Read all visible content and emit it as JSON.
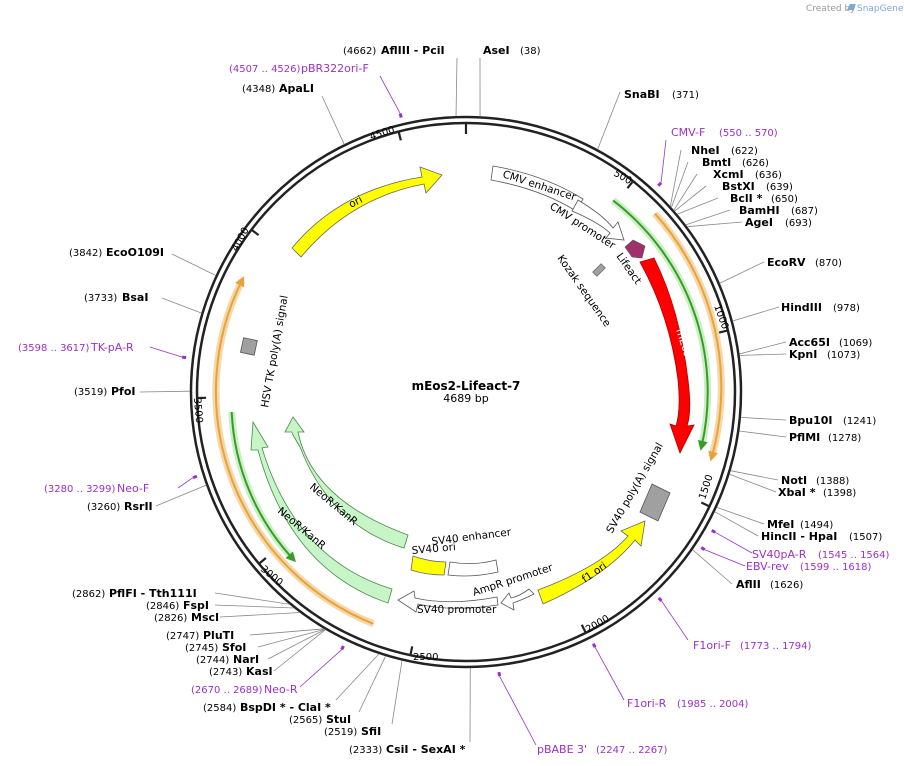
{
  "credit": {
    "prefix": "Created by",
    "brand": "SnapGene"
  },
  "map": {
    "name": "mEos2-Lifeact-7",
    "length": "4689 bp",
    "ticks": [
      "500",
      "1000",
      "1500",
      "2000",
      "2500",
      "3000",
      "3500",
      "4000",
      "4500"
    ]
  },
  "sites": [
    {
      "name": "SnaBI",
      "pos": "(371)"
    },
    {
      "name": "NheI",
      "pos": "(622)"
    },
    {
      "name": "BmtI",
      "pos": "(626)"
    },
    {
      "name": "XcmI",
      "pos": "(636)"
    },
    {
      "name": "BstXI",
      "pos": "(639)"
    },
    {
      "name": "BclI *",
      "pos": "(650)"
    },
    {
      "name": "BamHI",
      "pos": "(687)"
    },
    {
      "name": "AgeI",
      "pos": "(693)"
    },
    {
      "name": "EcoRV",
      "pos": "(870)"
    },
    {
      "name": "HindIII",
      "pos": "(978)"
    },
    {
      "name": "Acc65I",
      "pos": "(1069)"
    },
    {
      "name": "KpnI",
      "pos": "(1073)"
    },
    {
      "name": "Bpu10I",
      "pos": "(1241)"
    },
    {
      "name": "PflMI",
      "pos": "(1278)"
    },
    {
      "name": "NotI",
      "pos": "(1388)"
    },
    {
      "name": "XbaI *",
      "pos": "(1398)"
    },
    {
      "name": "MfeI",
      "pos": "(1494)"
    },
    {
      "name": "HincII - HpaI",
      "pos": "(1507)"
    },
    {
      "name": "AflII",
      "pos": "(1626)"
    },
    {
      "name": "AseI",
      "pos": "(38)"
    },
    {
      "name": "AflIII - PciI",
      "pos": "(4662)"
    },
    {
      "name": "ApaLI",
      "pos": "(4348)"
    },
    {
      "name": "EcoO109I",
      "pos": "(3842)"
    },
    {
      "name": "BsaI",
      "pos": "(3733)"
    },
    {
      "name": "PfoI",
      "pos": "(3519)"
    },
    {
      "name": "RsrII",
      "pos": "(3260)"
    },
    {
      "name": "PflFI - Tth111I",
      "pos": "(2862)"
    },
    {
      "name": "FspI",
      "pos": "(2846)"
    },
    {
      "name": "MscI",
      "pos": "(2826)"
    },
    {
      "name": "PluTI",
      "pos": "(2747)"
    },
    {
      "name": "SfoI",
      "pos": "(2745)"
    },
    {
      "name": "NarI",
      "pos": "(2744)"
    },
    {
      "name": "KasI",
      "pos": "(2743)"
    },
    {
      "name": "BspDI * - ClaI *",
      "pos": "(2584)"
    },
    {
      "name": "StuI",
      "pos": "(2565)"
    },
    {
      "name": "SfiI",
      "pos": "(2519)"
    },
    {
      "name": "CsiI - SexAI *",
      "pos": "(2333)"
    }
  ],
  "primers": [
    {
      "name": "CMV-F",
      "pos": "(550 .. 570)"
    },
    {
      "name": "SV40pA-R",
      "pos": "(1545 .. 1564)"
    },
    {
      "name": "EBV-rev",
      "pos": "(1599 .. 1618)"
    },
    {
      "name": "F1ori-F",
      "pos": "(1773 .. 1794)"
    },
    {
      "name": "F1ori-R",
      "pos": "(1985 .. 2004)"
    },
    {
      "name": "pBABE 3'",
      "pos": "(2247 .. 2267)"
    },
    {
      "name": "Neo-R",
      "pos": "(2670 .. 2689)"
    },
    {
      "name": "Neo-F",
      "pos": "(3280 .. 3299)"
    },
    {
      "name": "TK-pA-R",
      "pos": "(3598 .. 3617)"
    },
    {
      "name": "pBR322ori-F",
      "pos": "(4507 .. 4526)"
    }
  ],
  "features": {
    "cmv_enhancer": "CMV enhancer",
    "cmv_promoter": "CMV promoter",
    "lifeact": "Lifeact",
    "kozak": "Kozak sequence",
    "meos2": "mEos2",
    "sv40_polya": "SV40 poly(A) signal",
    "f1_ori": "f1 ori",
    "ampr_promoter": "AmpR promoter",
    "sv40_promoter": "SV40 promoter",
    "sv40_enhancer": "SV40 enhancer",
    "sv40_ori": "SV40 ori",
    "neokanr_1": "NeoR/KanR",
    "neokanr_2": "NeoR/KanR",
    "hsv_tk": "HSV TK poly(A) signal",
    "ori": "ori"
  },
  "colors": {
    "backbone": "#222222",
    "primer": "#9b30c8",
    "ori": "#ffff00",
    "mEos2": "#ff0000",
    "lifeact": "#a0306a",
    "neo": "#c8f5c8",
    "orange_arc": "#e8a33a",
    "green_arc": "#3a9a2a",
    "grey_feature": "#a0a0a0"
  }
}
